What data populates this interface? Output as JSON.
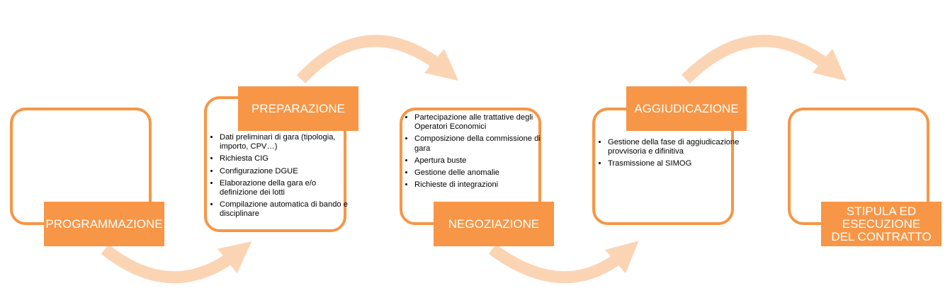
{
  "colors": {
    "frame": "#f79646",
    "label_fill": "#f79646",
    "label_text": "#ffffff",
    "arrow": "#fbd4b4"
  },
  "steps": [
    {
      "label": "PROGRAMMAZIONE",
      "items": []
    },
    {
      "label": "PREPARAZIONE",
      "items": [
        "Dati preliminari di gara (tipologia, importo, CPV…)",
        "Richiesta CIG",
        "Configurazione DGUE",
        "Elaborazione della gara e/o definizione dei lotti",
        "Compilazione automatica  di bando e disciplinare"
      ]
    },
    {
      "label": "NEGOZIAZIONE",
      "items": [
        "Partecipazione alle trattative degli Operatori Economici",
        "Composizione della commissione di gara",
        "Apertura buste",
        "Gestione delle anomalie",
        "Richieste di integrazioni"
      ]
    },
    {
      "label": "AGGIUDICAZIONE",
      "items": [
        "Gestione della fase di aggiudicazione  provvisoria e difinitiva",
        "Trasmissione al SIMOG"
      ]
    },
    {
      "label": "STIPULA ED ESECUZIONE DEL CONTRATTO",
      "items": []
    }
  ]
}
